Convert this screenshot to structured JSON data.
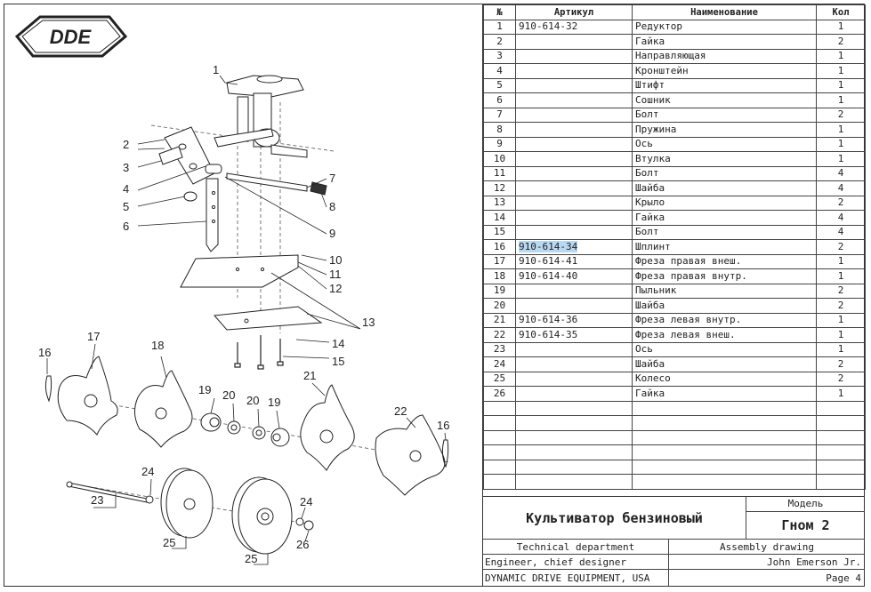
{
  "logo_text": "DDE",
  "table": {
    "headers": [
      "№",
      "Артикул",
      "Наименование",
      "Кол"
    ],
    "rows": [
      [
        "1",
        "910-614-32",
        "Редуктор",
        "1"
      ],
      [
        "2",
        "",
        "Гайка",
        "2"
      ],
      [
        "3",
        "",
        "Направляющая",
        "1"
      ],
      [
        "4",
        "",
        "Кронштейн",
        "1"
      ],
      [
        "5",
        "",
        "Штифт",
        "1"
      ],
      [
        "6",
        "",
        "Сошник",
        "1"
      ],
      [
        "7",
        "",
        "Болт",
        "2"
      ],
      [
        "8",
        "",
        "Пружина",
        "1"
      ],
      [
        "9",
        "",
        "Ось",
        "1"
      ],
      [
        "10",
        "",
        "Втулка",
        "1"
      ],
      [
        "11",
        "",
        "Болт",
        "4"
      ],
      [
        "12",
        "",
        "Шайба",
        "4"
      ],
      [
        "13",
        "",
        "Крыло",
        "2"
      ],
      [
        "14",
        "",
        "Гайка",
        "4"
      ],
      [
        "15",
        "",
        "Болт",
        "4"
      ],
      [
        "16",
        "910-614-34",
        "Шплинт",
        "2"
      ],
      [
        "17",
        "910-614-41",
        "Фреза правая внеш.",
        "1"
      ],
      [
        "18",
        "910-614-40",
        "Фреза правая внутр.",
        "1"
      ],
      [
        "19",
        "",
        "Пыльник",
        "2"
      ],
      [
        "20",
        "",
        "Шайба",
        "2"
      ],
      [
        "21",
        "910-614-36",
        "Фреза левая внутр.",
        "1"
      ],
      [
        "22",
        "910-614-35",
        "Фреза левая внеш.",
        "1"
      ],
      [
        "23",
        "",
        "Ось",
        "1"
      ],
      [
        "24",
        "",
        "Шайба",
        "2"
      ],
      [
        "25",
        "",
        "Колесо",
        "2"
      ],
      [
        "26",
        "",
        "Гайка",
        "1"
      ],
      [
        "",
        "",
        "",
        ""
      ],
      [
        "",
        "",
        "",
        ""
      ],
      [
        "",
        "",
        "",
        ""
      ],
      [
        "",
        "",
        "",
        ""
      ],
      [
        "",
        "",
        "",
        ""
      ],
      [
        "",
        "",
        "",
        ""
      ]
    ]
  },
  "title_block": {
    "model_label": "Модель",
    "product_name": "Культиватор бензиновый",
    "model_name": "Гном 2",
    "department": "Technical department",
    "drawing_type": "Assembly drawing",
    "role": "Engineer, chief designer",
    "author": "John Emerson Jr.",
    "company": "DYNAMIC DRIVE EQUIPMENT, USA",
    "page": "Page 4"
  },
  "callouts": [
    "1",
    "2",
    "3",
    "4",
    "5",
    "6",
    "7",
    "8",
    "9",
    "10",
    "11",
    "12",
    "13",
    "14",
    "15",
    "16",
    "17",
    "18",
    "19",
    "20",
    "20",
    "19",
    "21",
    "22",
    "16",
    "24",
    "23",
    "25",
    "25",
    "24",
    "26"
  ]
}
